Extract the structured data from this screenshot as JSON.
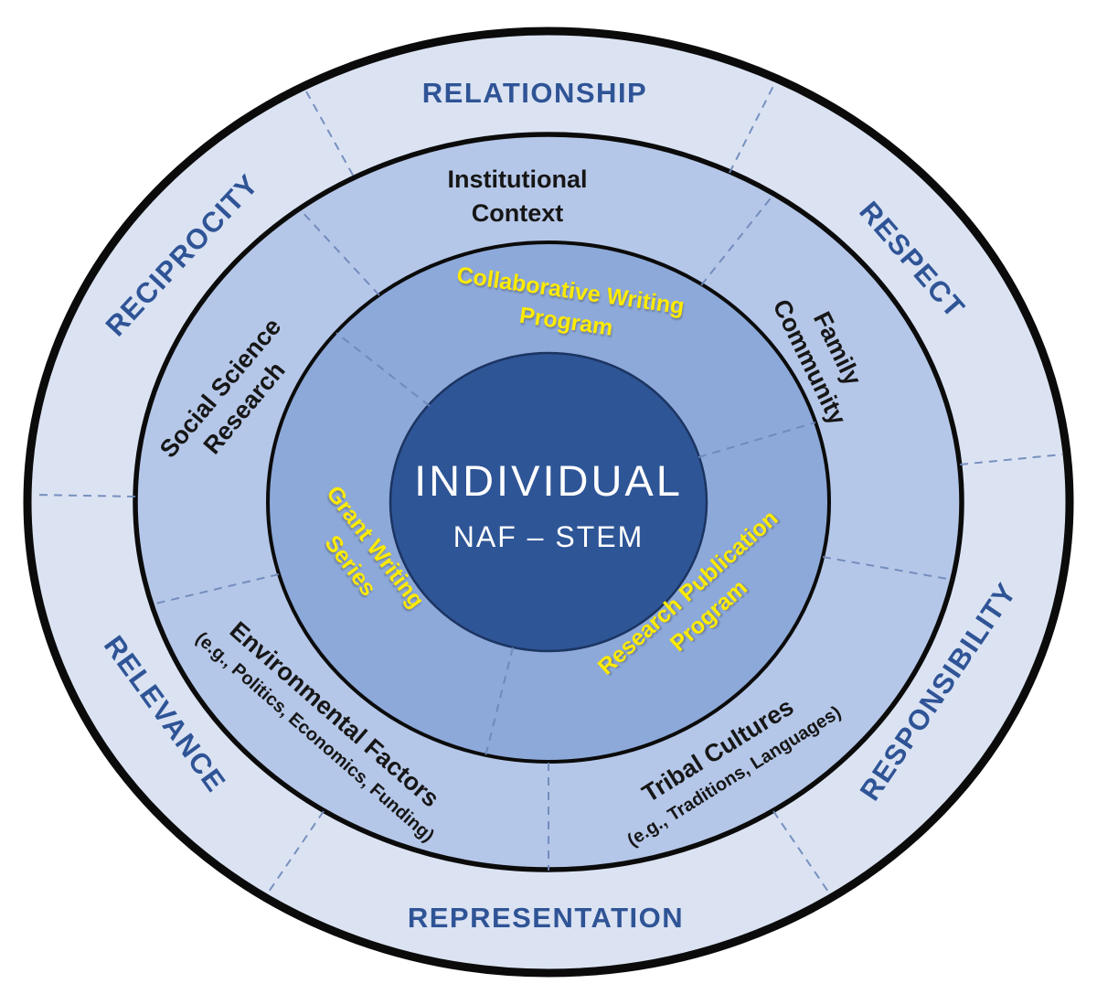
{
  "diagram": {
    "center": {
      "title": "INDIVIDUAL",
      "subtitle": "NAF – STEM"
    },
    "outer_labels": {
      "top": "RELATIONSHIP",
      "upper_right": "RESPECT",
      "lower_right": "RESPONSIBILITY",
      "bottom": "REPRESENTATION",
      "lower_left": "RELEVANCE",
      "upper_left": "RECIPROCITY"
    },
    "context_labels": {
      "institutional": {
        "line1": "Institutional",
        "line2": "Context"
      },
      "family": {
        "line1": "Family",
        "line2": "Community"
      },
      "tribal": {
        "line1": "Tribal Cultures",
        "line2": "(e.g., Traditions, Languages)"
      },
      "environmental": {
        "line1": "Environmental Factors",
        "line2": "(e.g., Politics, Economics, Funding)"
      },
      "social": {
        "line1": "Social Science",
        "line2": "Research"
      }
    },
    "program_labels": {
      "collaborative": {
        "line1": "Collaborative Writing",
        "line2": "Program"
      },
      "grant": {
        "line1": "Grant Writing",
        "line2": "Series"
      },
      "research": {
        "line1": "Research Publication",
        "line2": "Program"
      }
    },
    "colors": {
      "outer_ring": "#DBE3F3",
      "context_ring": "#B5C7E8",
      "program_ring": "#8DA9D9",
      "center_circle": "#2E5596",
      "center_border": "#1C3461",
      "ring_stroke": "#0B0B0B",
      "blue_label": "#2F5496",
      "black_label": "#161616",
      "yellow_label": "#FFEB00",
      "white_label": "#FFFFFF",
      "divider": "#6C86B8"
    }
  }
}
